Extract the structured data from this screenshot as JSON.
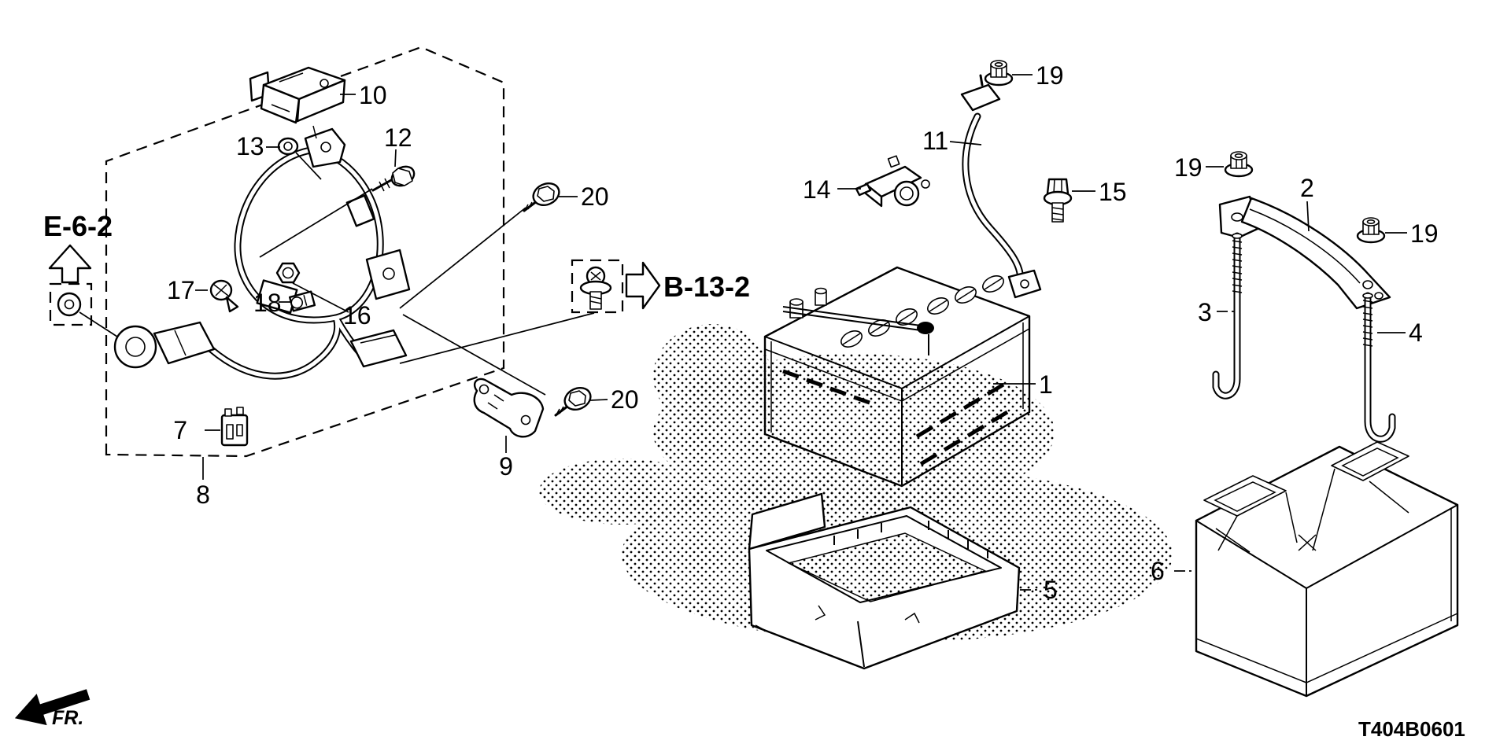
{
  "diagram": {
    "code": "T404B0601",
    "front_marker": "FR.",
    "colors": {
      "line": "#000000",
      "background": "#ffffff"
    },
    "references": {
      "e62": "E-6-2",
      "b132": "B-13-2"
    },
    "callouts": {
      "c1": "1",
      "c2": "2",
      "c3": "3",
      "c4": "4",
      "c5": "5",
      "c6": "6",
      "c7": "7",
      "c8": "8",
      "c9": "9",
      "c10": "10",
      "c11": "11",
      "c12": "12",
      "c13": "13",
      "c14": "14",
      "c15": "15",
      "c16": "16",
      "c17": "17",
      "c18": "18",
      "c19_top": "19",
      "c19_left": "19",
      "c19_right": "19",
      "c20_upper": "20",
      "c20_lower": "20"
    }
  }
}
